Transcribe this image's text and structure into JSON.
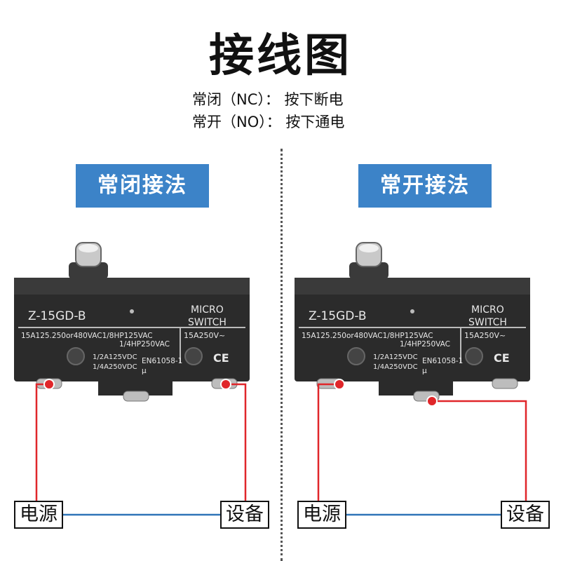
{
  "title": "接线图",
  "legend": {
    "nc_line": "常闭（NC）： 按下断电",
    "no_line": "常开（NO）： 按下通电"
  },
  "sections": {
    "left_label": "常闭接法",
    "right_label": "常开接法"
  },
  "switch": {
    "model": "Z-15GD-B",
    "brand_line1": "MICRO",
    "brand_line2": "SWITCH",
    "rating_line1": "15A125.250or480VAC1/8HP125VAC",
    "rating_line2": "1/4HP250VAC",
    "rating_right": "15A250V~",
    "dc_line1": "1/2A125VDC",
    "dc_line2": "1/4A250VDC",
    "standard": "EN61058-1",
    "mu": "μ",
    "ce": "CE"
  },
  "boxes": {
    "power": "电源",
    "device": "设备"
  },
  "colors": {
    "accent_blue": "#3c83c8",
    "wire_red": "#e0262a",
    "wire_blue": "#2f74b8",
    "switch_body": "#2b2b2b"
  }
}
